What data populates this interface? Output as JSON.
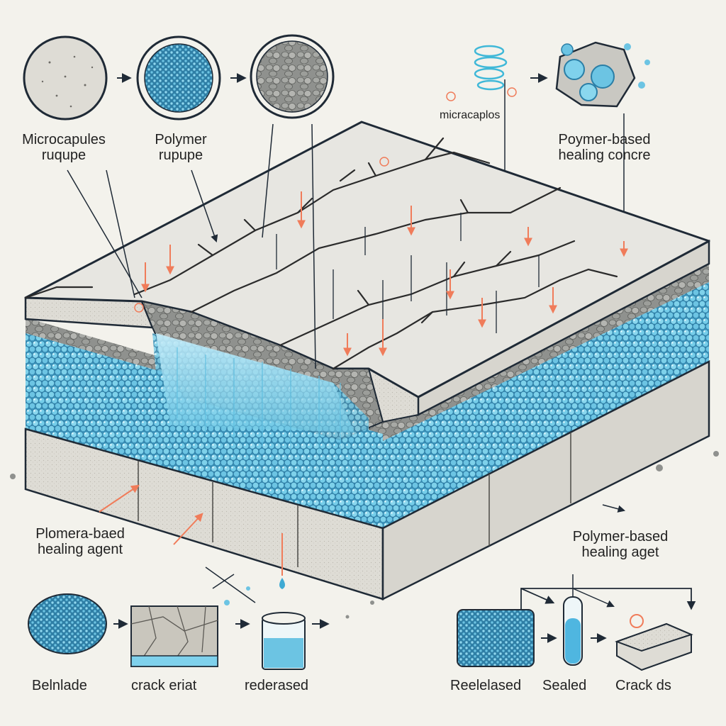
{
  "labels": {
    "microcapsules_rupture_line1": "Microcapules",
    "microcapsules_rupture_line2": "ruqupe",
    "polymer_rupture_line1": "Polymer",
    "polymer_rupture_line2": "rupupe",
    "microcapsules_top": "micracaplos",
    "polymer_concrete_line1": "Poymer-based",
    "polymer_concrete_line2": "healing concre",
    "left_agent_line1": "Plomera-baed",
    "left_agent_line2": "healing agent",
    "right_agent_line1": "Polymer-based",
    "right_agent_line2": "healing aget",
    "step_belnlade": "Belnlade",
    "step_crack": "crack eriat",
    "step_rederased": "rederased",
    "step_reelelased": "Reelelased",
    "step_sealed": "Sealed",
    "step_crack_ds": "Crack ds"
  },
  "colors": {
    "concrete_top": "#e7e6e1",
    "concrete_side": "#dcdbd4",
    "capsule_blue": "#6fc9e6",
    "capsule_dark": "#2f8fb8",
    "crack": "#2b2b2b",
    "arrow_orange": "#f07c5a",
    "outline": "#1f2a36"
  }
}
